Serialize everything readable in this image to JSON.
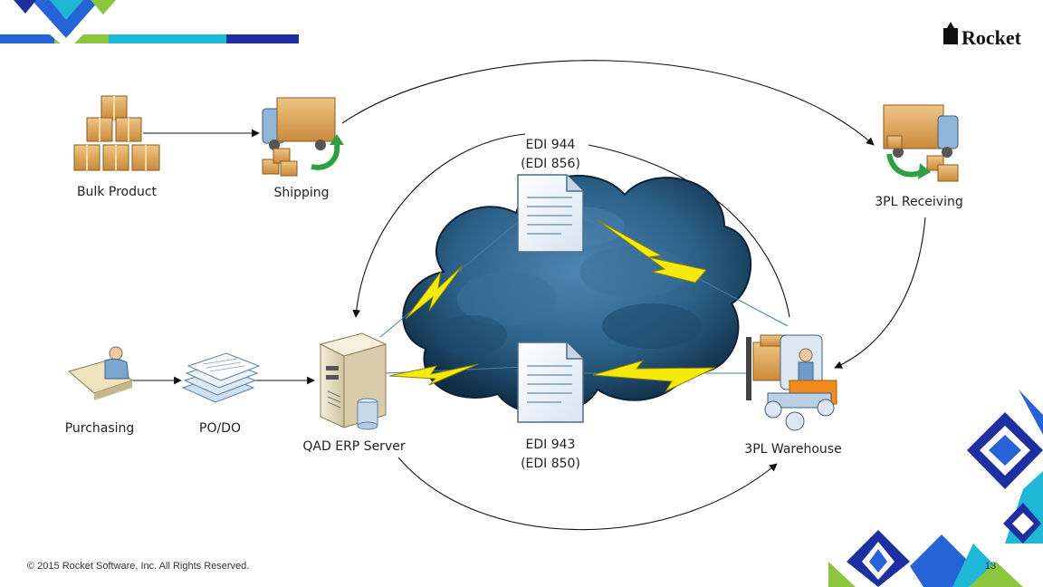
{
  "brand": {
    "logo_text": "Rocket"
  },
  "nodes": {
    "bulk_product": "Bulk Product",
    "shipping": "Shipping",
    "receiving": "3PL Receiving",
    "purchasing": "Purchasing",
    "po_do": "PO/DO",
    "erp_server": "QAD ERP Server",
    "warehouse": "3PL Warehouse"
  },
  "documents": {
    "top": {
      "line1": "EDI 944",
      "line2": "(EDI 856)"
    },
    "bottom": {
      "line1": "EDI 943",
      "line2": "(EDI 850)"
    }
  },
  "footer": {
    "copyright": "© 2015 Rocket Software, Inc. All Rights Reserved.",
    "page_number": "13"
  },
  "colors": {
    "accent_navy": "#1e2fa0",
    "accent_blue": "#2563d6",
    "accent_teal": "#1fb7d6",
    "accent_green": "#8cc63f",
    "cloud": "#2b5f86",
    "lightning": "#f5ea10"
  }
}
